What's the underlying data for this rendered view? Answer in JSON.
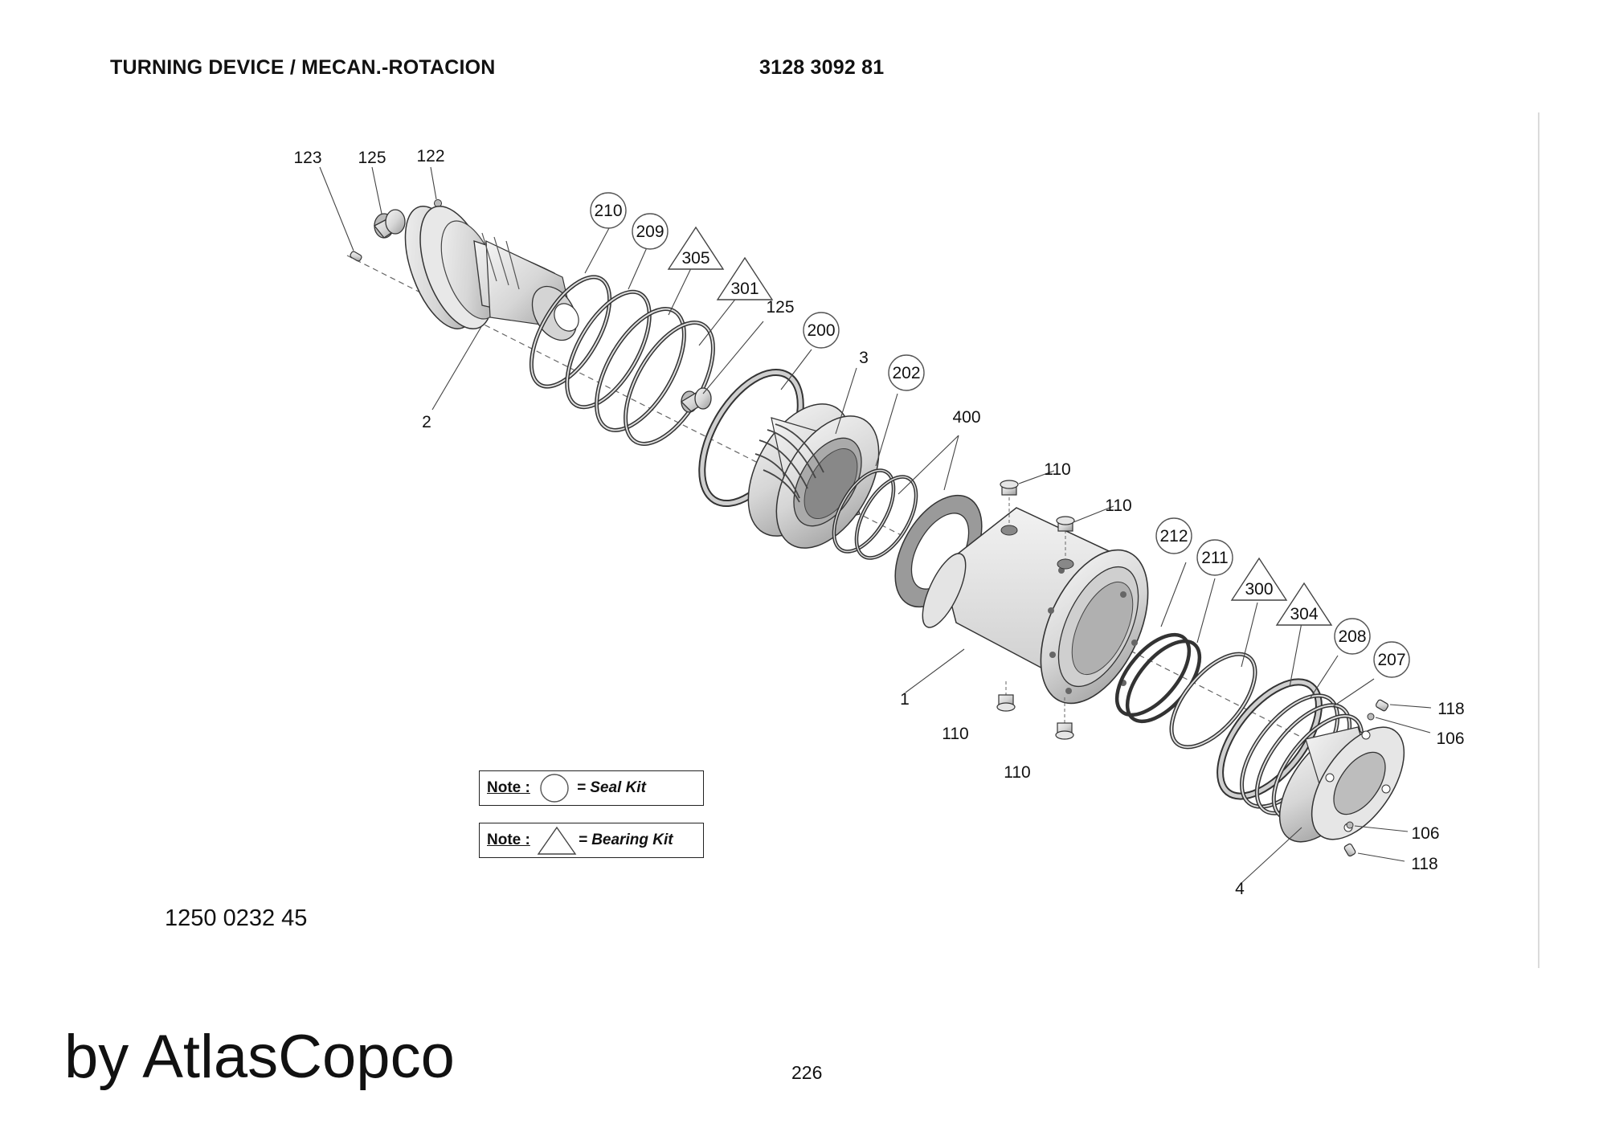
{
  "header": {
    "title": "TURNING DEVICE / MECAN.-ROTACION",
    "part_number": "3128 3092 81"
  },
  "labels": [
    {
      "id": "123",
      "text": "123"
    },
    {
      "id": "125a",
      "text": "125"
    },
    {
      "id": "122",
      "text": "122"
    },
    {
      "id": "2",
      "text": "2"
    },
    {
      "id": "125b",
      "text": "125"
    },
    {
      "id": "3",
      "text": "3"
    },
    {
      "id": "400",
      "text": "400"
    },
    {
      "id": "110a",
      "text": "110"
    },
    {
      "id": "110b",
      "text": "110"
    },
    {
      "id": "1",
      "text": "1"
    },
    {
      "id": "110c",
      "text": "110"
    },
    {
      "id": "110d",
      "text": "110"
    },
    {
      "id": "118a",
      "text": "118"
    },
    {
      "id": "106a",
      "text": "106"
    },
    {
      "id": "106b",
      "text": "106"
    },
    {
      "id": "118b",
      "text": "118"
    },
    {
      "id": "4",
      "text": "4"
    }
  ],
  "seal_kit_items": [
    "210",
    "209",
    "200",
    "202",
    "212",
    "211",
    "208",
    "207"
  ],
  "bearing_kit_items": [
    "305",
    "301",
    "300",
    "304"
  ],
  "notes": {
    "note_label": "Note :",
    "seal_kit": "= Seal Kit",
    "bearing_kit": "= Bearing Kit"
  },
  "footer": {
    "document_number": "1250 0232 45",
    "brand": "by AtlasCopco",
    "page": "226"
  }
}
